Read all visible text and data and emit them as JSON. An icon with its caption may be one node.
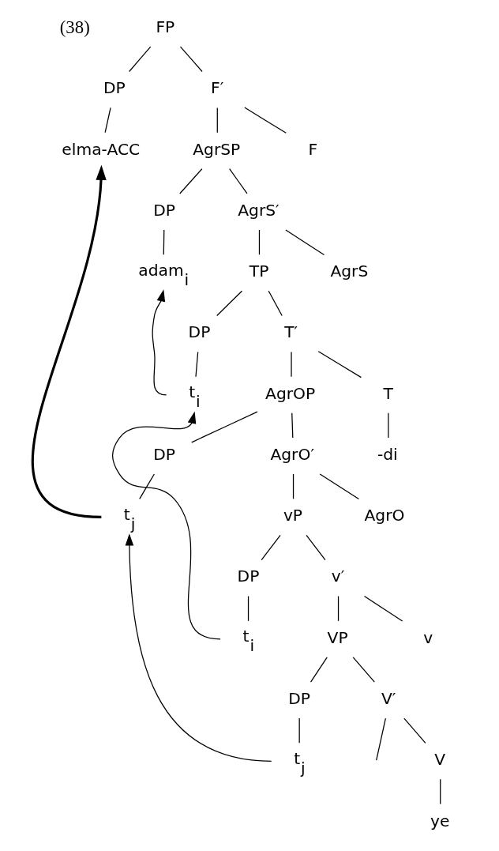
{
  "diagram": {
    "nodes": [
      {
        "text": [
          "FP"
        ]
      },
      {
        "text": [
          "DP"
        ]
      },
      {
        "text": [
          "elma-ACC"
        ]
      },
      {
        "text": [
          "F′"
        ]
      },
      {
        "text": [
          "AgrSP"
        ]
      },
      {
        "text": [
          "F"
        ]
      },
      {
        "text": [
          "DP"
        ]
      },
      {
        "text": [
          "adam$_{i}$"
        ]
      },
      {
        "text": [
          "AgrS′"
        ]
      },
      {
        "text": [
          "TP"
        ]
      },
      {
        "text": [
          "AgrS"
        ]
      },
      {
        "text": [
          "DP"
        ]
      },
      {
        "text": [
          "t$_{i}$"
        ]
      },
      {
        "text": [
          "T′"
        ]
      },
      {
        "text": [
          "AgrOP"
        ]
      },
      {
        "text": [
          "T"
        ]
      },
      {
        "text": [
          "-di"
        ]
      },
      {
        "text": [
          "DP"
        ]
      },
      {
        "text": [
          "t$_{j}$"
        ]
      },
      {
        "text": [
          "AgrO′"
        ]
      },
      {
        "text": [
          "vP"
        ]
      },
      {
        "text": [
          "AgrO"
        ]
      },
      {
        "text": [
          "DP"
        ]
      },
      {
        "text": [
          "t$_{i}$"
        ]
      },
      {
        "text": [
          "v′"
        ]
      },
      {
        "text": [
          "VP"
        ]
      },
      {
        "text": [
          "v"
        ]
      },
      {
        "text": [
          "DP"
        ]
      },
      {
        "text": [
          "t$_{j}$"
        ]
      },
      {
        "text": [
          "V′"
        ]
      },
      {
        "text": [
          "V"
        ]
      },
      {
        "text": [
          "ye"
        ]
      }
    ],
    "edges": [
      {
        "from": 0,
        "to": 1,
        "arrow": "none"
      },
      {
        "from": 0,
        "to": 3,
        "arrow": "none"
      },
      {
        "from": 1,
        "to": 2,
        "arrow": "none"
      },
      {
        "from": 3,
        "to": 4,
        "arrow": "none"
      },
      {
        "from": 3,
        "to": 5,
        "arrow": "none"
      },
      {
        "from": 4,
        "to": 6,
        "arrow": "none"
      },
      {
        "from": 4,
        "to": 8,
        "arrow": "none"
      },
      {
        "from": 6,
        "to": 7,
        "arrow": "none"
      },
      {
        "from": 8,
        "to": 9,
        "arrow": "none"
      },
      {
        "from": 8,
        "to": 10,
        "arrow": "none"
      },
      {
        "from": 9,
        "to": 11,
        "arrow": "none"
      },
      {
        "from": 9,
        "to": 13,
        "arrow": "none"
      },
      {
        "from": 11,
        "to": 12,
        "arrow": "none"
      },
      {
        "from": 13,
        "to": 14,
        "arrow": "none"
      },
      {
        "from": 13,
        "to": 15,
        "arrow": "none"
      },
      {
        "from": 15,
        "to": 16,
        "arrow": "none"
      },
      {
        "from": 14,
        "to": 17,
        "arrow": "none"
      },
      {
        "from": 14,
        "to": 19,
        "arrow": "none"
      },
      {
        "from": 17,
        "to": 18,
        "arrow": "none"
      },
      {
        "from": 19,
        "to": 20,
        "arrow": "none"
      },
      {
        "from": 19,
        "to": 21,
        "arrow": "none"
      },
      {
        "from": 20,
        "to": 22,
        "arrow": "none"
      },
      {
        "from": 20,
        "to": 24,
        "arrow": "none"
      },
      {
        "from": 22,
        "to": 23,
        "arrow": "none"
      },
      {
        "from": 24,
        "to": 25,
        "arrow": "none"
      },
      {
        "from": 24,
        "to": 26,
        "arrow": "none"
      },
      {
        "from": 25,
        "to": 27,
        "arrow": "none"
      },
      {
        "from": 25,
        "to": 29,
        "arrow": "none"
      },
      {
        "from": 27,
        "to": 28,
        "arrow": "none"
      },
      {
        "from": 29,
        "to": null,
        "arrow": "none"
      },
      {
        "from": 29,
        "to": 30,
        "arrow": "none"
      },
      {
        "from": 30,
        "to": 31,
        "arrow": "none"
      },
      {
        "from": 12,
        "to": 7,
        "arrow": "to"
      },
      {
        "from": 18,
        "to": 2,
        "arrow": "to",
        "style": "thick"
      },
      {
        "from": 23,
        "to": 12,
        "arrow": "to"
      },
      {
        "from": 28,
        "to": 18,
        "arrow": "to"
      }
    ],
    "labels": [
      "(38)"
    ]
  }
}
